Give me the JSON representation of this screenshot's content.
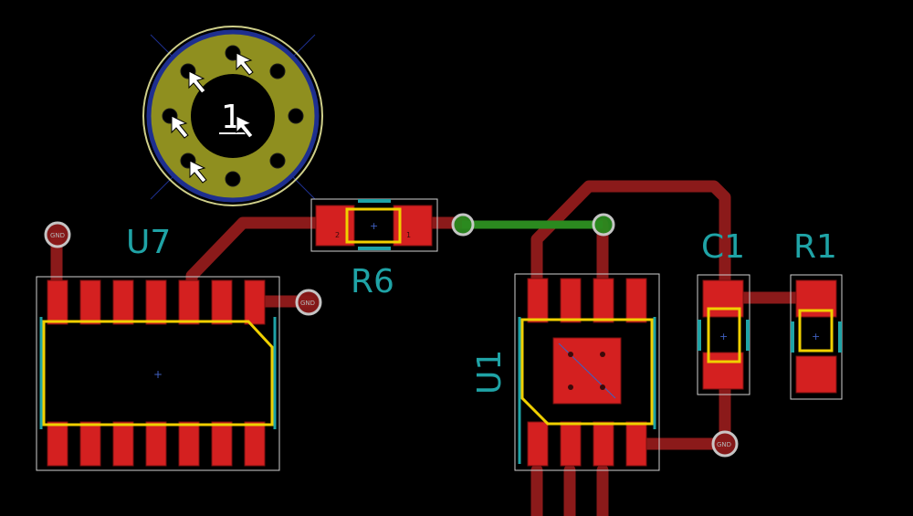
{
  "board": {
    "colors": {
      "background": "#000000",
      "copper": "#8b1a1a",
      "pad": "#d42020",
      "silkscreen": "#d8d8d8",
      "fabrication": "#f0d000",
      "reference": "#1fa3a6",
      "green_track": "#2b8a1f",
      "mounting_ring": "#8f8f1f",
      "mounting_edge": "#1e2f8f"
    },
    "references": {
      "u7": "U7",
      "r6": "R6",
      "u1": "U1",
      "c1": "C1",
      "r1": "R1"
    },
    "mounting_hole": {
      "label": "1"
    },
    "net_labels": {
      "gnd_a": "GND",
      "gnd_b": "GND",
      "gnd_c": "GND"
    },
    "pad_numbers": {
      "r6_left": "2",
      "r6_right": "1"
    }
  }
}
